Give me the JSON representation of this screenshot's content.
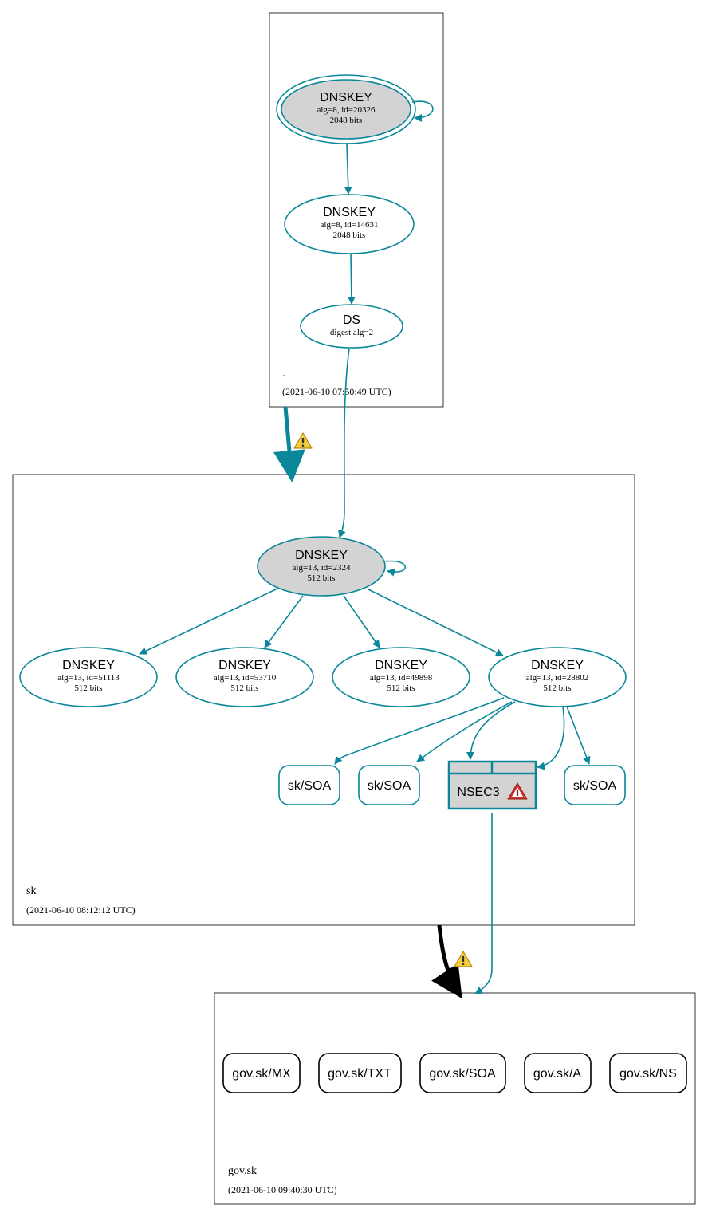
{
  "colors": {
    "teal": "#0a879a",
    "node_fill_gray": "#d3d3d3",
    "black": "#000000",
    "warning_yellow": "#f4d03f",
    "error_red": "#d9302c"
  },
  "zones": {
    "root": {
      "name": ".",
      "timestamp": "(2021-06-10 07:50:49 UTC)"
    },
    "sk": {
      "name": "sk",
      "timestamp": "(2021-06-10 08:12:12 UTC)"
    },
    "govsk": {
      "name": "gov.sk",
      "timestamp": "(2021-06-10 09:40:30 UTC)"
    }
  },
  "nodes": {
    "root_ksk": {
      "title": "DNSKEY",
      "line1": "alg=8, id=20326",
      "line2": "2048 bits"
    },
    "root_zsk": {
      "title": "DNSKEY",
      "line1": "alg=8, id=14631",
      "line2": "2048 bits"
    },
    "ds": {
      "title": "DS",
      "line1": "digest alg=2"
    },
    "sk_ksk": {
      "title": "DNSKEY",
      "line1": "alg=13, id=2324",
      "line2": "512 bits"
    },
    "sk_k1": {
      "title": "DNSKEY",
      "line1": "alg=13, id=51113",
      "line2": "512 bits"
    },
    "sk_k2": {
      "title": "DNSKEY",
      "line1": "alg=13, id=53710",
      "line2": "512 bits"
    },
    "sk_k3": {
      "title": "DNSKEY",
      "line1": "alg=13, id=49898",
      "line2": "512 bits"
    },
    "sk_k4": {
      "title": "DNSKEY",
      "line1": "alg=13, id=28802",
      "line2": "512 bits"
    },
    "sk_soa1": {
      "label": "sk/SOA"
    },
    "sk_soa2": {
      "label": "sk/SOA"
    },
    "sk_soa3": {
      "label": "sk/SOA"
    },
    "nsec3": {
      "label": "NSEC3"
    },
    "gov_mx": {
      "label": "gov.sk/MX"
    },
    "gov_txt": {
      "label": "gov.sk/TXT"
    },
    "gov_soa": {
      "label": "gov.sk/SOA"
    },
    "gov_a": {
      "label": "gov.sk/A"
    },
    "gov_ns": {
      "label": "gov.sk/NS"
    }
  }
}
